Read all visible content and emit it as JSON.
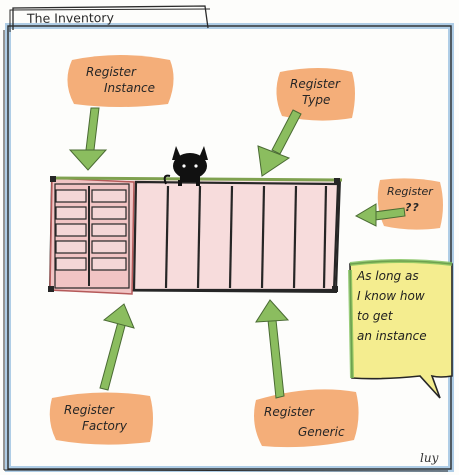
{
  "title": "The Inventory",
  "labels": {
    "register_instance": [
      "Register",
      "Instance"
    ],
    "register_type": [
      "Register",
      "Type"
    ],
    "register_unknown": [
      "Register",
      "??"
    ],
    "register_factory": [
      "Register",
      "Factory"
    ],
    "register_generic": [
      "Register",
      "Generic"
    ]
  },
  "note": [
    "As long as",
    "I know how",
    "to get",
    "an instance"
  ],
  "signature": "luy",
  "colors": {
    "frame_blue": "#6fa6d6",
    "tag_orange": "#f2a062",
    "arrow_green": "#8bbd5f",
    "note_yellow": "#f4ed8f",
    "note_green_edge": "#7fc05a",
    "container_pink": "#f3cfcf",
    "container_red": "#d87a7a",
    "container_dark": "#262626",
    "cat_black": "#111111"
  },
  "icons": [
    "cat-icon"
  ]
}
